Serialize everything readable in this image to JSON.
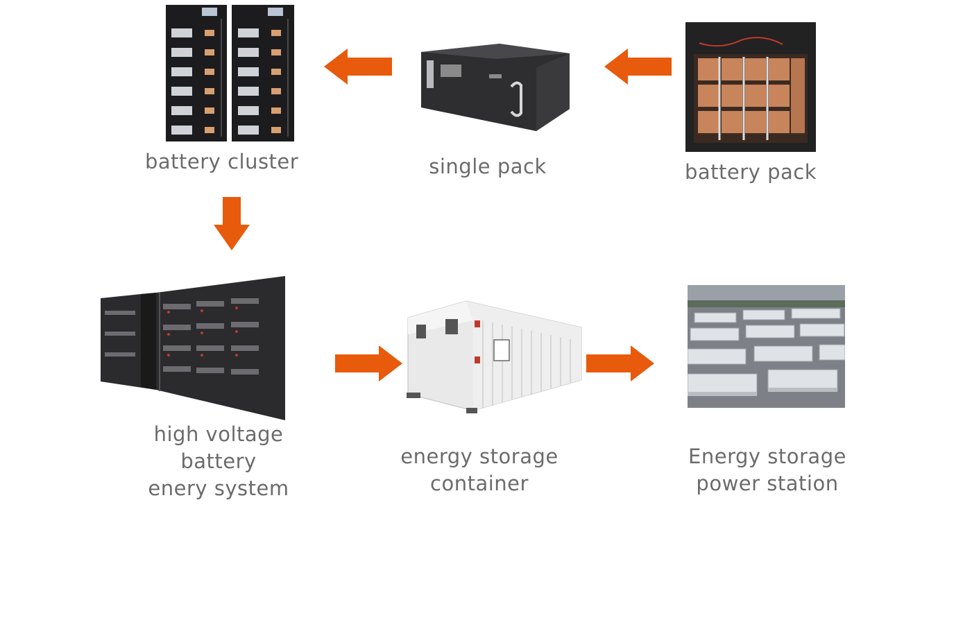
{
  "colors": {
    "arrow": "#e85a0c",
    "label": "#6b6b6b"
  },
  "nodes": {
    "battery_cluster": {
      "label": "battery cluster",
      "icon": "battery-cluster-rack-photo"
    },
    "single_pack": {
      "label": "single pack",
      "icon": "rack-mount-battery-pack-photo"
    },
    "battery_pack": {
      "label": "battery pack",
      "icon": "battery-cells-inside-pack-photo"
    },
    "hv_system": {
      "label_lines": [
        "high voltage",
        "battery",
        "enery system"
      ],
      "icon": "battery-cabinet-row-photo"
    },
    "container": {
      "label_lines": [
        "energy storage",
        "container"
      ],
      "icon": "white-shipping-container-photo"
    },
    "power_station": {
      "label_lines": [
        "Energy storage",
        "power station"
      ],
      "icon": "container-field-aerial-photo"
    }
  },
  "flow": [
    {
      "from": "battery_pack",
      "to": "single_pack",
      "direction": "left"
    },
    {
      "from": "single_pack",
      "to": "battery_cluster",
      "direction": "left"
    },
    {
      "from": "battery_cluster",
      "to": "hv_system",
      "direction": "down"
    },
    {
      "from": "hv_system",
      "to": "container",
      "direction": "right"
    },
    {
      "from": "container",
      "to": "power_station",
      "direction": "right"
    }
  ]
}
